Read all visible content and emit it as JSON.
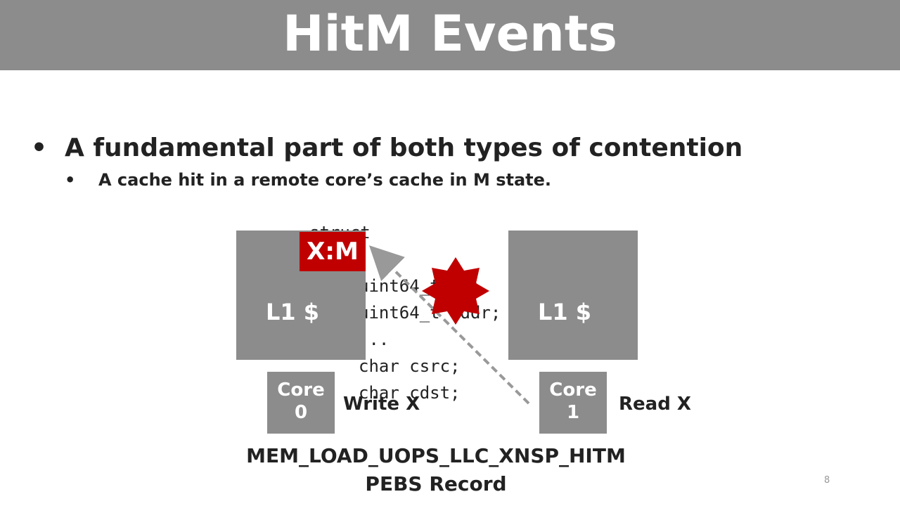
{
  "title": "HitM Events",
  "bullets": {
    "main": "A fundamental part of both types of contention",
    "sub": "A cache hit in a remote core’s cache in M state."
  },
  "code_lines": [
    "struct",
    "{",
    "uint64_t ip;",
    "uint64_t addr;",
    "...",
    "char csrc;",
    "char cdst;",
    "};"
  ],
  "diagram": {
    "cache0_label": "L1 $",
    "cache1_label": "L1 $",
    "line_state": "X:M",
    "core0": [
      "Core",
      "0"
    ],
    "core1": [
      "Core",
      "1"
    ],
    "write_label": "Write X",
    "read_label": "Read X",
    "colors": {
      "box_gray": "#8c8c8c",
      "state_red": "#c00000",
      "arrow_gray": "#999999"
    }
  },
  "footer": {
    "event": "MEM_LOAD_UOPS_LLC_XNSP_HITM",
    "record": "PEBS Record"
  },
  "page_number": "8"
}
